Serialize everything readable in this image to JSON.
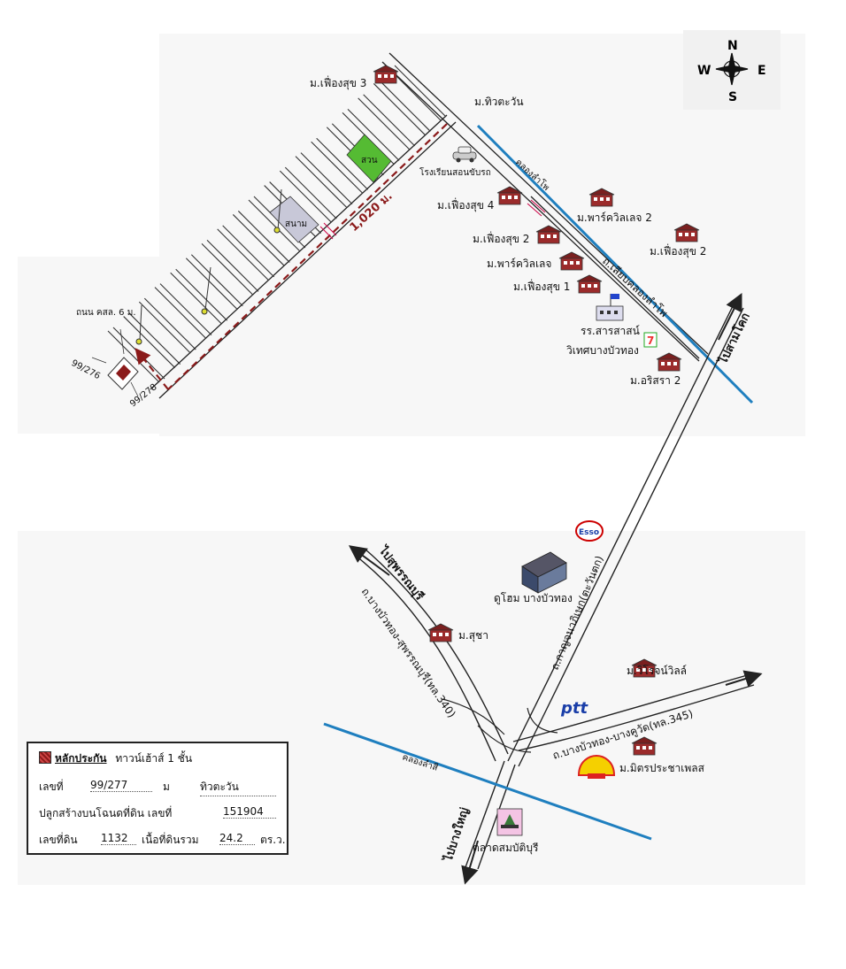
{
  "compass": {
    "n": "N",
    "s": "S",
    "e": "E",
    "w": "W"
  },
  "places": {
    "m_fueangsuk3": "ม.เฟื่องสุข 3",
    "m_thiwatawan": "ม.ทิวตะวัน",
    "suan": "สวน",
    "sanam": "สนาม",
    "driving_school": "โรงเรียนสอนขับรถ",
    "distance": "1,020 ม.",
    "canal_lamphro": "คลองลำโพ",
    "m_fueangsuk4": "ม.เฟื่องสุข 4",
    "m_park_village2": "ม.พาร์ควิลเลจ 2",
    "m_fueangsuk2": "ม.เฟื่องสุข 2",
    "m_fueangsuk2_right": "ม.เฟื่องสุข 2",
    "m_park_village": "ม.พาร์ควิลเลจ",
    "road_canal": "ถ.เลียบคลองลำโพ",
    "m_fueangsuk1": "ม.เฟื่องสุข 1",
    "school_line1": "รร.สารสาสน์",
    "school_line2": "วิเทศบางบัวทอง",
    "m_orisara2": "ม.อริสรา 2",
    "to_sam_khok": "ไปสามโคก",
    "soi_note": "ถนน คสล. 6 ม.",
    "plot_276": "99/276",
    "plot_278": "99/278",
    "esso": "Esso",
    "to_suphanburi": "ไปสุพรรณบุรี",
    "road_340": "ถ.บางบัวทอง-สุพรรณบุรี(ทล.340)",
    "dohome": "ดูโฮม บางบัวทอง",
    "road_kanchana": "ถ.กาญจนาภิเษก(ตะวันตก)",
    "m_sucha": "ม.สุชา",
    "m_wiroj_ville": "ม.วิโรจน์วิลล์",
    "ptt": "ptt",
    "road_345": "ถ.บางบัวทอง-บางคูวัด(ทล.345)",
    "canal_lamsi": "คลองลำสี",
    "m_mitr": "ม.มิตรประชาเพลส",
    "to_bang_yai": "ไปบางใหญ่",
    "market": "ตลาดสมบัติบุรี"
  },
  "info": {
    "title": "หลักประกัน",
    "title_desc": "ทาวน์เฮ้าส์ 1 ชั้น",
    "no_label": "เลขที่",
    "no_value": "99/277",
    "moo_label": "ม",
    "village": "ทิวตะวัน",
    "deed_label": "ปลูกสร้างบนโฉนดที่ดิน เลขที่",
    "deed_value": "151904",
    "land_label": "เลขที่ดิน",
    "land_value": "1132",
    "area_label": "เนื้อที่ดินรวม",
    "area_value": "24.2",
    "area_unit": "ตร.ว."
  },
  "colors": {
    "road": "#222222",
    "canal": "#1f7fbf",
    "route": "#8b1a1a",
    "park": "#55bb33",
    "field": "#c8c8d8",
    "house": "#9b2b2b"
  }
}
